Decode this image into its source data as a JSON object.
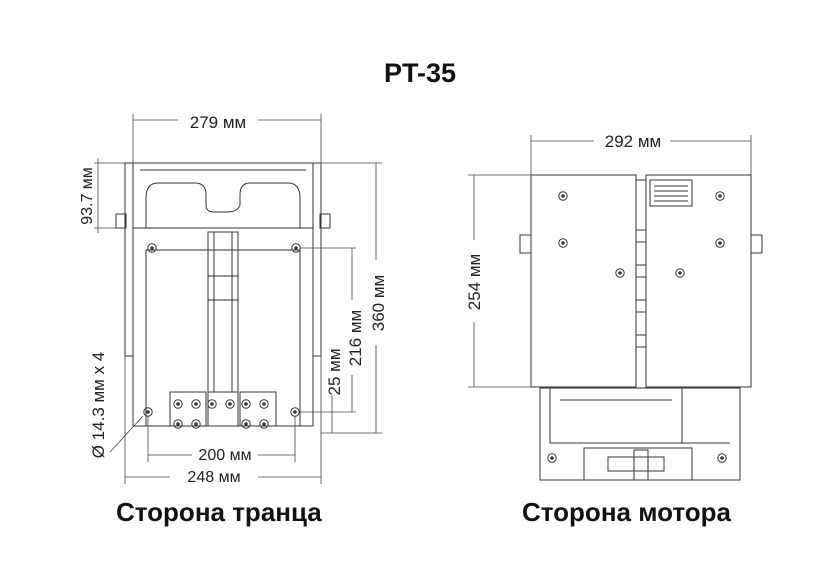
{
  "title": "PT-35",
  "left_view": {
    "caption": "Сторона транца",
    "dim_width_top": "279 мм",
    "dim_width_bottom": "248 мм",
    "dim_hole_spacing": "200 мм",
    "dim_top_height": "93.7 мм",
    "dim_total_height": "360 мм",
    "dim_hole_height": "216 мм",
    "dim_bottom_offset": "25 мм",
    "dim_hole_diameter": "Ø 14.3 мм x 4"
  },
  "right_view": {
    "caption": "Сторона мотора",
    "dim_width": "292 мм",
    "dim_height": "254 мм"
  }
}
